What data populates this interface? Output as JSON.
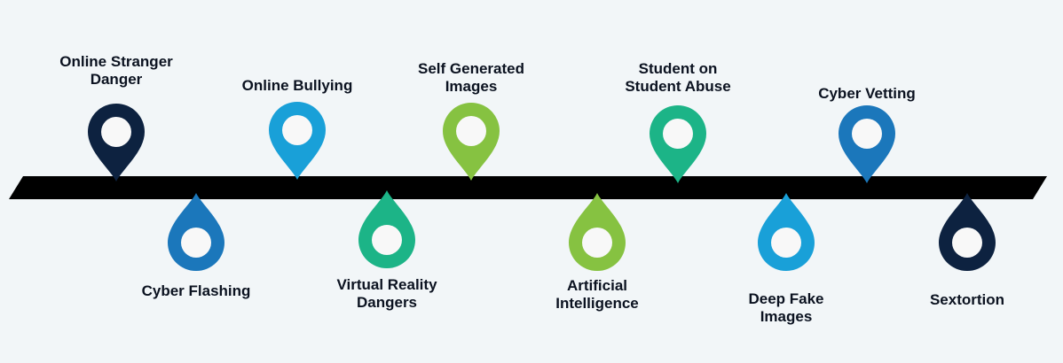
{
  "colors": {
    "background": "#f2f6f8",
    "bar": "#000000",
    "pin_inner": "#f8f8f8"
  },
  "milestones": [
    {
      "lines": [
        "Online Stranger",
        "Danger"
      ],
      "color": "#0d2240",
      "icon": "map-pin-icon",
      "side": "above"
    },
    {
      "lines": [
        "Cyber Flashing"
      ],
      "color": "#1b77bb",
      "icon": "map-pin-icon",
      "side": "below"
    },
    {
      "lines": [
        "Online Bullying"
      ],
      "color": "#19a0d8",
      "icon": "map-pin-icon",
      "side": "above"
    },
    {
      "lines": [
        "Virtual Reality",
        "Dangers"
      ],
      "color": "#1cb487",
      "icon": "map-pin-icon",
      "side": "below"
    },
    {
      "lines": [
        "Self Generated",
        "Images"
      ],
      "color": "#86c241",
      "icon": "map-pin-icon",
      "side": "above"
    },
    {
      "lines": [
        "Artificial",
        "Intelligence"
      ],
      "color": "#86c241",
      "icon": "map-pin-icon",
      "side": "below"
    },
    {
      "lines": [
        "Student on",
        "Student Abuse"
      ],
      "color": "#1cb487",
      "icon": "map-pin-icon",
      "side": "above"
    },
    {
      "lines": [
        "Deep Fake",
        "Images"
      ],
      "color": "#19a0d8",
      "icon": "map-pin-icon",
      "side": "below"
    },
    {
      "lines": [
        "Cyber Vetting"
      ],
      "color": "#1b77bb",
      "icon": "map-pin-icon",
      "side": "above"
    },
    {
      "lines": [
        "Sextortion"
      ],
      "color": "#0d2240",
      "icon": "map-pin-icon",
      "side": "below"
    }
  ]
}
